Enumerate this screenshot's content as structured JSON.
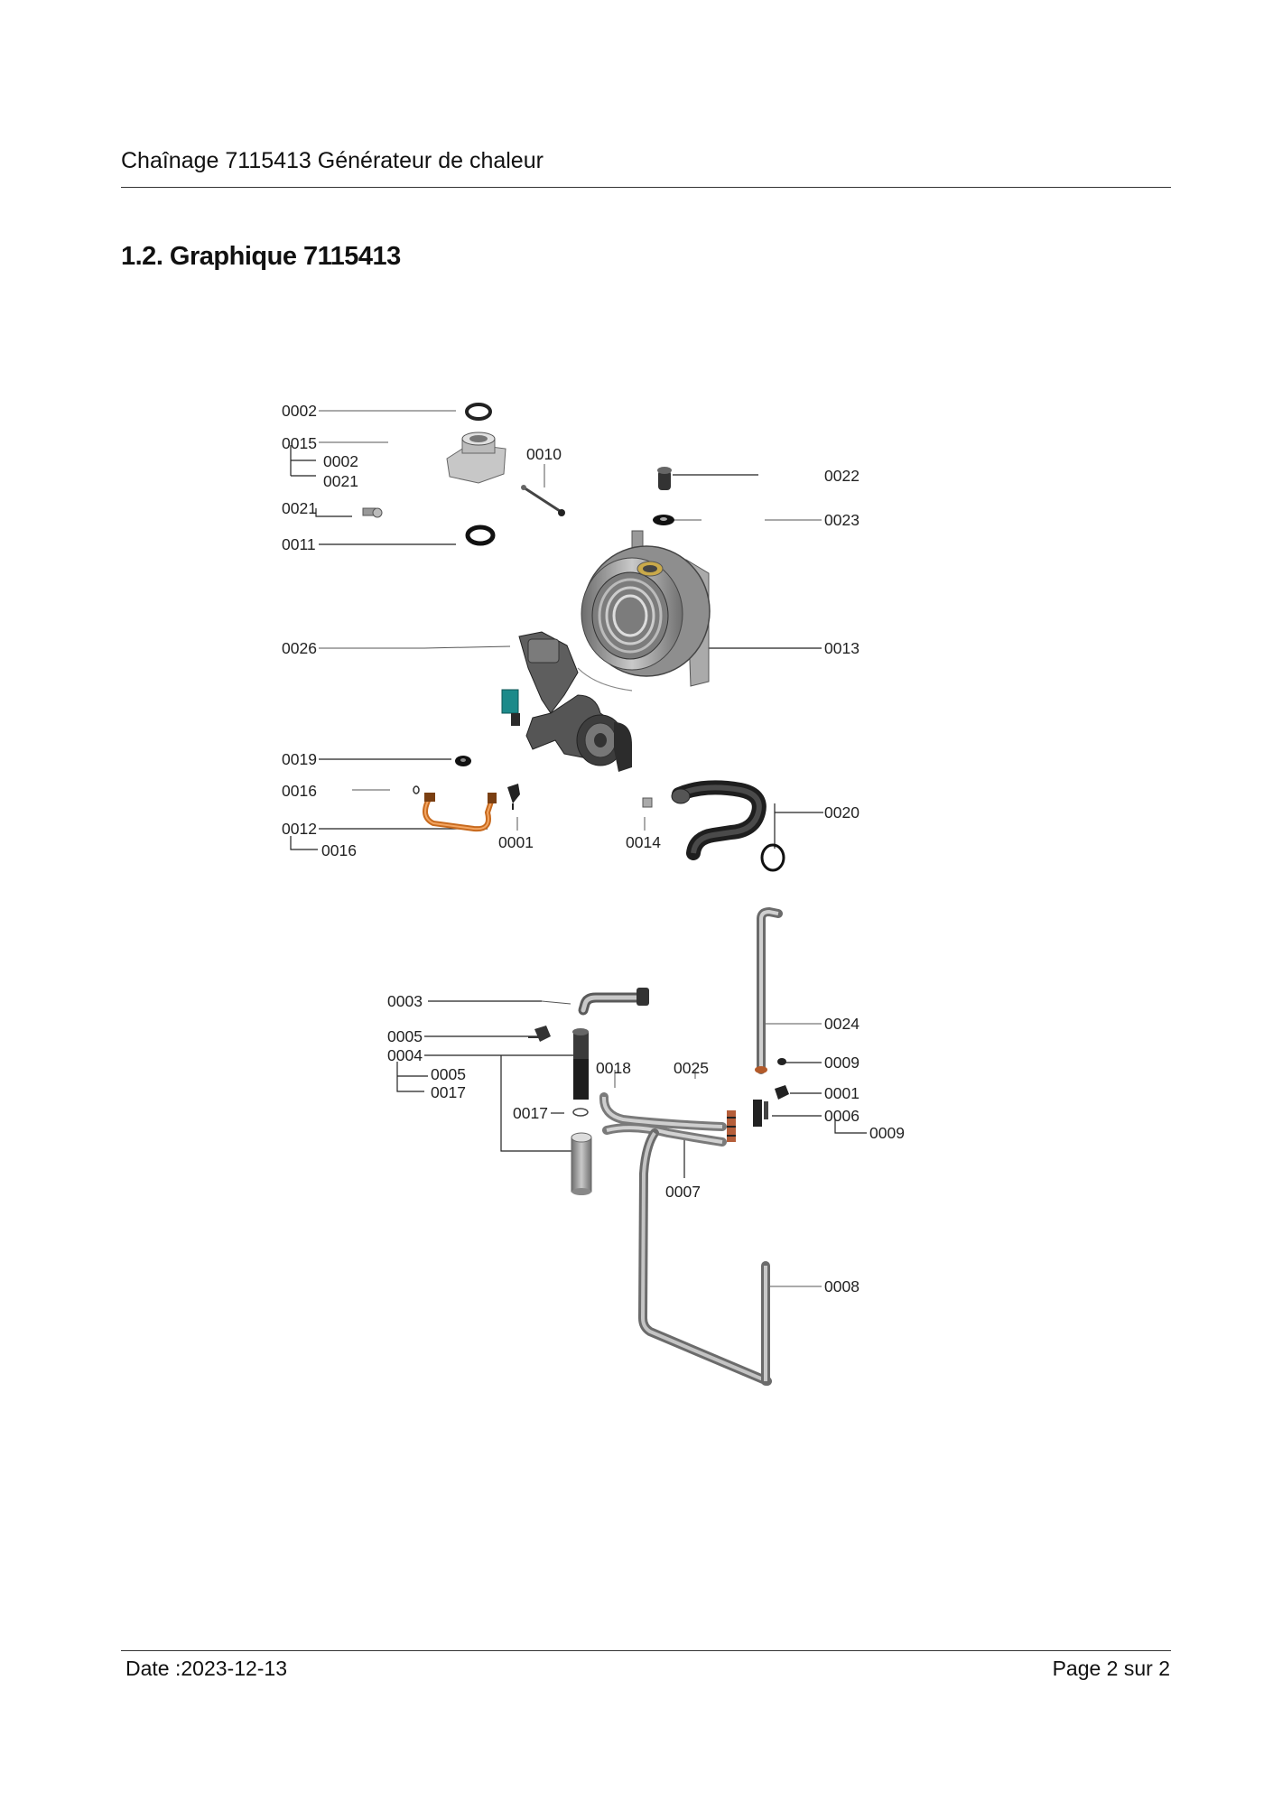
{
  "header": {
    "title": "Chaînage 7115413 Générateur de chaleur"
  },
  "section": {
    "title": "1.2. Graphique 7115413"
  },
  "diagram": {
    "labels": {
      "l0002a": "0002",
      "l0015": "0015",
      "l0015_s1": "0002",
      "l0015_s2": "0021",
      "l0021": "0021",
      "l0011": "0011",
      "l0010": "0010",
      "l0022": "0022",
      "l0023": "0023",
      "l0026": "0026",
      "l0013": "0013",
      "l0019": "0019",
      "l0016a": "0016",
      "l0012": "0012",
      "l0012_s1": "0016",
      "l0001a": "0001",
      "l0014": "0014",
      "l0020": "0020",
      "l0003": "0003",
      "l0005": "0005",
      "l0004": "0004",
      "l0004_s1": "0005",
      "l0004_s2": "0017",
      "l0017": "0017",
      "l0018": "0018",
      "l0025": "0025",
      "l0024": "0024",
      "l0009a": "0009",
      "l0001b": "0001",
      "l0006": "0006",
      "l0009b": "0009",
      "l0007": "0007",
      "l0008": "0008"
    }
  },
  "footer": {
    "date": "Date :2023-12-13",
    "page": "Page 2 sur  2"
  }
}
